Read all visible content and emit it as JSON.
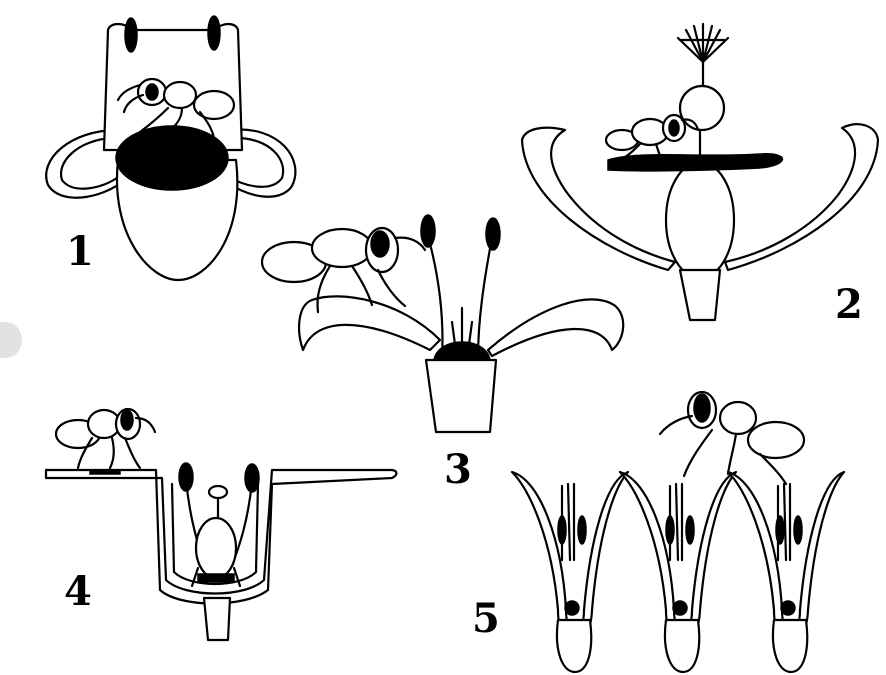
{
  "panels": [
    {
      "number": "1"
    },
    {
      "number": "2"
    },
    {
      "number": "3"
    },
    {
      "number": "4"
    },
    {
      "number": "5"
    }
  ]
}
